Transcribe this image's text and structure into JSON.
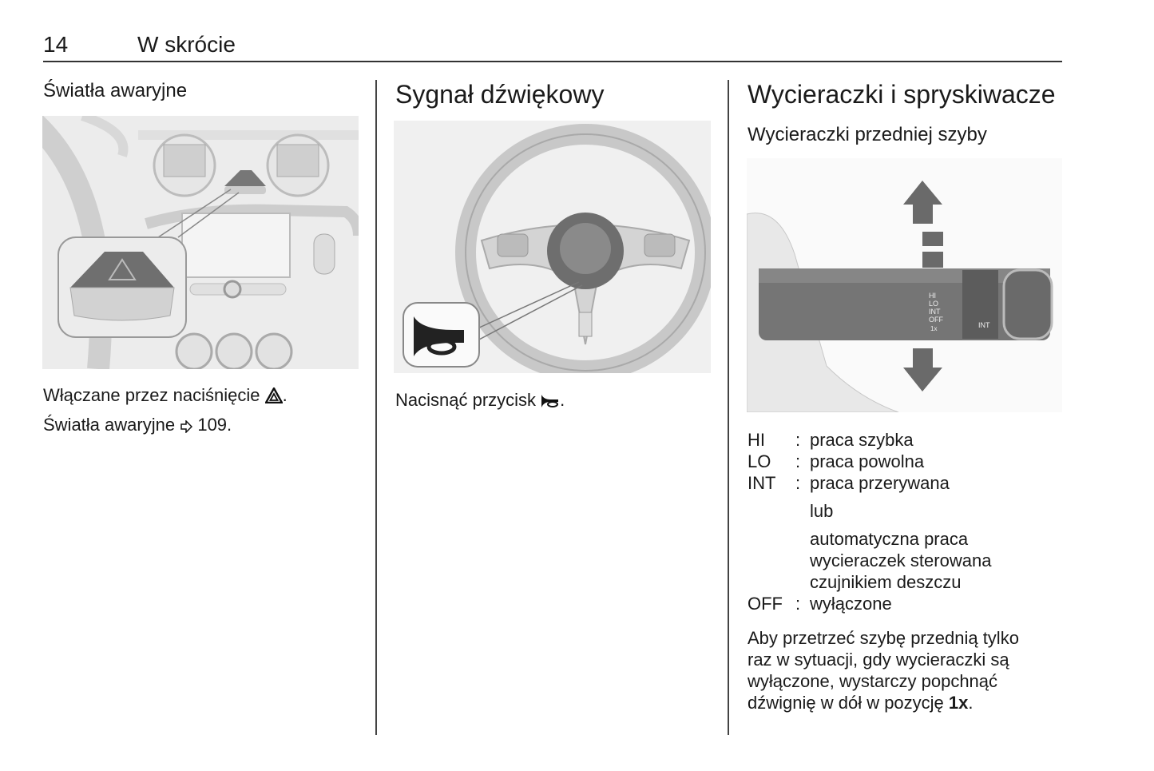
{
  "header": {
    "page_number": "14",
    "chapter": "W skrócie"
  },
  "col1": {
    "heading": "Światła awaryjne",
    "line1": "Włączane przez naciśnięcie",
    "line1_end": ".",
    "line2": "Światła awaryjne",
    "line2_ref": "109.",
    "icons": {
      "hazard": "hazard-triangle-icon",
      "ref": "page-reference-arrow-icon"
    }
  },
  "col2": {
    "heading": "Sygnał dźwiękowy",
    "line1": "Nacisnąć przycisk",
    "line1_end": ".",
    "icons": {
      "horn": "horn-icon"
    }
  },
  "col3": {
    "heading": "Wycieraczki i spryskiwacze",
    "subheading": "Wycieraczki przedniej szyby",
    "lever_labels": [
      "HI",
      "LO",
      "INT",
      "OFF",
      "1x",
      "INT"
    ],
    "definitions": [
      {
        "term": "HI",
        "sep": ":",
        "desc": "praca szybka"
      },
      {
        "term": "LO",
        "sep": ":",
        "desc": "praca powolna"
      },
      {
        "term": "INT",
        "sep": ":",
        "desc": "praca przerywana"
      }
    ],
    "or_word": "lub",
    "auto_lines": [
      "automatyczna praca",
      "wycieraczek sterowana",
      "czujnikiem deszczu"
    ],
    "off_def": {
      "term": "OFF",
      "sep": ":",
      "desc": "wyłączone"
    },
    "paragraph": [
      "Aby przetrzeć szybę przednią tylko",
      "raz w sytuacji, gdy wycieraczki są",
      "wyłączone, wystarczy popchnąć",
      "dźwignię w dół w pozycję"
    ],
    "paragraph_bold": "1x",
    "paragraph_end": "."
  }
}
